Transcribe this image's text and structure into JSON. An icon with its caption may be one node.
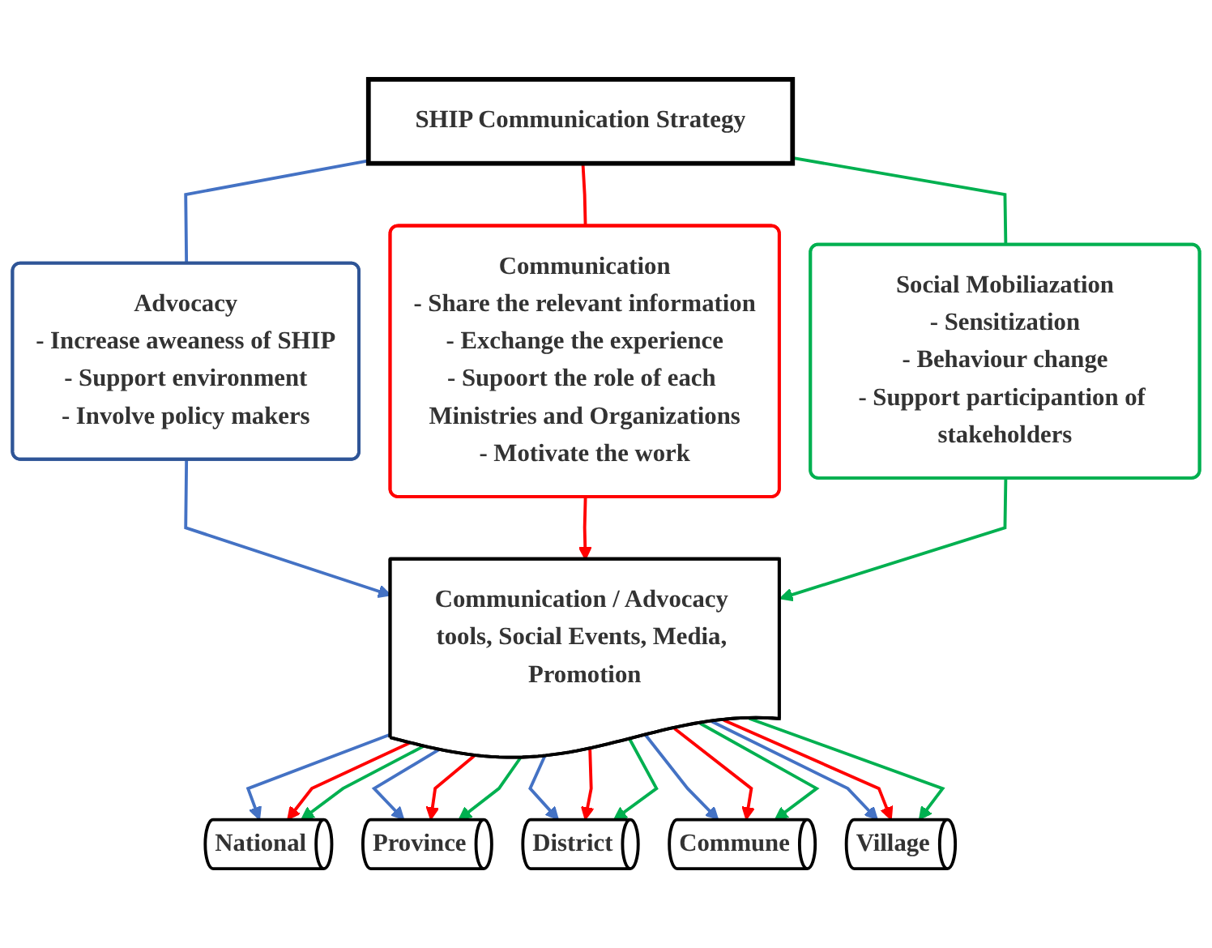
{
  "diagram": {
    "nodes": [
      {
        "text": [
          "SHIP Communication Strategy"
        ]
      },
      {
        "text": [
          "Advocacy",
          "- Increase aweaness of SHIP",
          "- Support environment",
          "- Involve policy makers"
        ]
      },
      {
        "text": [
          "Communication",
          "- Share the relevant information",
          "- Exchange the experience",
          "- Supoort the role of each Ministries and Organizations",
          "- Motivate the work"
        ]
      },
      {
        "text": [
          "Social Mobiliazation",
          "- Sensitization",
          "- Behaviour change",
          "- Support participantion of stakeholders"
        ]
      },
      {
        "text": [
          "Communication / Advocacy tools, Social Events, Media, Promotion"
        ]
      },
      {
        "text": [
          "National"
        ]
      },
      {
        "text": [
          "Province"
        ]
      },
      {
        "text": [
          "District"
        ]
      },
      {
        "text": [
          "Commune"
        ]
      },
      {
        "text": [
          "Village"
        ]
      }
    ],
    "edges": [
      {
        "from": 0,
        "to": 1,
        "arrow": "none",
        "color": "#4472c4"
      },
      {
        "from": 0,
        "to": 2,
        "arrow": "none",
        "color": "#ff0000"
      },
      {
        "from": 0,
        "to": 3,
        "arrow": "none",
        "color": "#00b050"
      },
      {
        "from": 1,
        "to": 4,
        "arrow": "to",
        "color": "#4472c4"
      },
      {
        "from": 2,
        "to": 4,
        "arrow": "to",
        "color": "#ff0000"
      },
      {
        "from": 3,
        "to": 4,
        "arrow": "to",
        "color": "#00b050"
      },
      {
        "from": 4,
        "to": 5,
        "arrow": "to",
        "color": "#4472c4"
      },
      {
        "from": 4,
        "to": 6,
        "arrow": "to",
        "color": "#4472c4"
      },
      {
        "from": 4,
        "to": 7,
        "arrow": "to",
        "color": "#4472c4"
      },
      {
        "from": 4,
        "to": 8,
        "arrow": "to",
        "color": "#4472c4"
      },
      {
        "from": 4,
        "to": 9,
        "arrow": "to",
        "color": "#4472c4"
      },
      {
        "from": 4,
        "to": 5,
        "arrow": "to",
        "color": "#ff0000"
      },
      {
        "from": 4,
        "to": 6,
        "arrow": "to",
        "color": "#ff0000"
      },
      {
        "from": 4,
        "to": 7,
        "arrow": "to",
        "color": "#ff0000"
      },
      {
        "from": 4,
        "to": 8,
        "arrow": "to",
        "color": "#ff0000"
      },
      {
        "from": 4,
        "to": 9,
        "arrow": "to",
        "color": "#ff0000"
      },
      {
        "from": 4,
        "to": 5,
        "arrow": "to",
        "color": "#00b050"
      },
      {
        "from": 4,
        "to": 6,
        "arrow": "to",
        "color": "#00b050"
      },
      {
        "from": 4,
        "to": 7,
        "arrow": "to",
        "color": "#00b050"
      },
      {
        "from": 4,
        "to": 8,
        "arrow": "to",
        "color": "#00b050"
      },
      {
        "from": 4,
        "to": 9,
        "arrow": "to",
        "color": "#00b050"
      }
    ]
  }
}
